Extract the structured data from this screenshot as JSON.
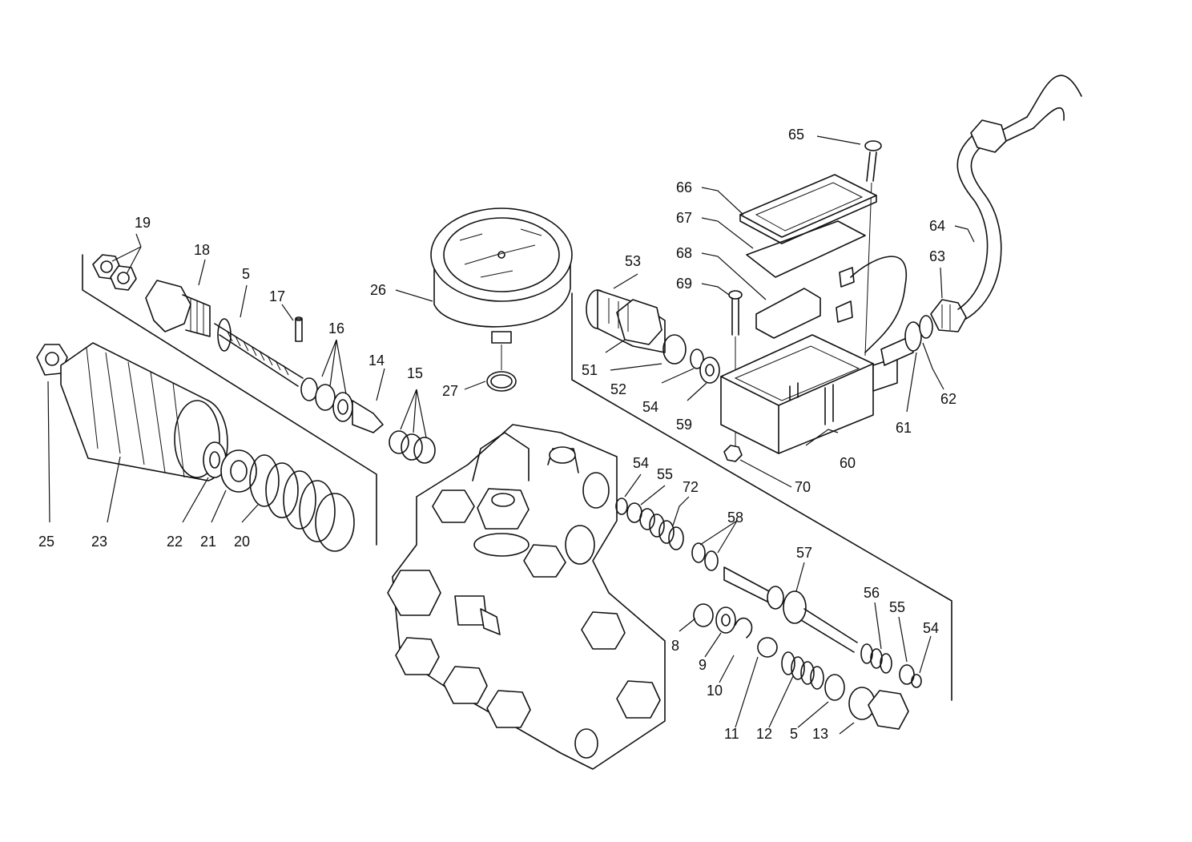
{
  "callouts": [
    {
      "id": "c19a",
      "label": "19"
    },
    {
      "id": "c18",
      "label": "18"
    },
    {
      "id": "c5a",
      "label": "5"
    },
    {
      "id": "c17",
      "label": "17"
    },
    {
      "id": "c16",
      "label": "16"
    },
    {
      "id": "c14",
      "label": "14"
    },
    {
      "id": "c15",
      "label": "15"
    },
    {
      "id": "c26",
      "label": "26"
    },
    {
      "id": "c27",
      "label": "27"
    },
    {
      "id": "c25",
      "label": "25"
    },
    {
      "id": "c23",
      "label": "23"
    },
    {
      "id": "c22",
      "label": "22"
    },
    {
      "id": "c21",
      "label": "21"
    },
    {
      "id": "c20",
      "label": "20"
    },
    {
      "id": "c53",
      "label": "53"
    },
    {
      "id": "c51",
      "label": "51"
    },
    {
      "id": "c52",
      "label": "52"
    },
    {
      "id": "c54a",
      "label": "54"
    },
    {
      "id": "c59",
      "label": "59"
    },
    {
      "id": "c65",
      "label": "65"
    },
    {
      "id": "c66",
      "label": "66"
    },
    {
      "id": "c67",
      "label": "67"
    },
    {
      "id": "c68",
      "label": "68"
    },
    {
      "id": "c69",
      "label": "69"
    },
    {
      "id": "c60",
      "label": "60"
    },
    {
      "id": "c70",
      "label": "70"
    },
    {
      "id": "c64",
      "label": "64"
    },
    {
      "id": "c63",
      "label": "63"
    },
    {
      "id": "c62",
      "label": "62"
    },
    {
      "id": "c61",
      "label": "61"
    },
    {
      "id": "c54b",
      "label": "54"
    },
    {
      "id": "c55a",
      "label": "55"
    },
    {
      "id": "c72",
      "label": "72"
    },
    {
      "id": "c58",
      "label": "58"
    },
    {
      "id": "c57",
      "label": "57"
    },
    {
      "id": "c56",
      "label": "56"
    },
    {
      "id": "c55b",
      "label": "55"
    },
    {
      "id": "c54c",
      "label": "54"
    },
    {
      "id": "c8",
      "label": "8"
    },
    {
      "id": "c9",
      "label": "9"
    },
    {
      "id": "c10",
      "label": "10"
    },
    {
      "id": "c11",
      "label": "11"
    },
    {
      "id": "c12",
      "label": "12"
    },
    {
      "id": "c5b",
      "label": "5"
    },
    {
      "id": "c13",
      "label": "13"
    }
  ]
}
